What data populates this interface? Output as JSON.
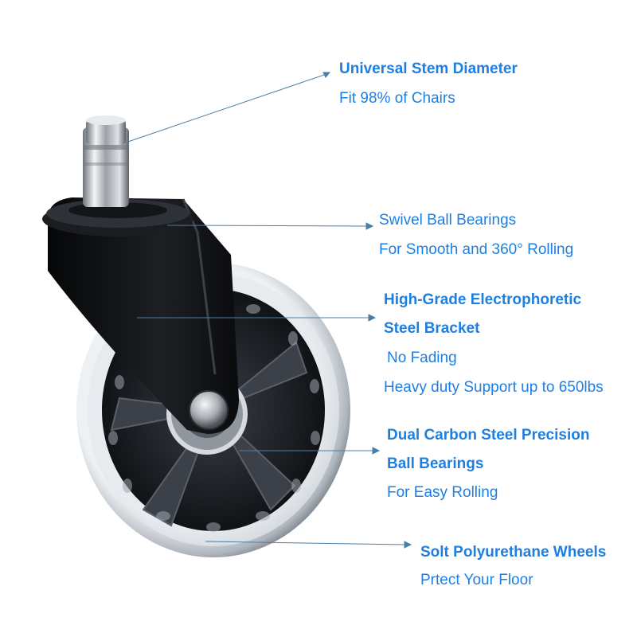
{
  "features": [
    {
      "title": "Universal Stem Diameter",
      "detail": "Fit 98% of Chairs"
    },
    {
      "title": "Swivel Ball Bearings",
      "detail": "For Smooth and 360° Rolling"
    },
    {
      "title_line1": "High-Grade Electrophoretic",
      "title_line2": "Steel Bracket",
      "detail_line1": "No Fading",
      "detail_line2": "Heavy duty Support up to 650lbs"
    },
    {
      "title_line1": "Dual Carbon Steel Precision",
      "title_line2": "Ball Bearings",
      "detail": "For Easy Rolling"
    },
    {
      "title": "Solt Polyurethane Wheels",
      "detail": "Prtect Your Floor"
    }
  ],
  "colors": {
    "label_text": "#1f7fe0",
    "leader_line": "#4a7fa8",
    "bracket": "#141416",
    "stem": "#c9cdd2",
    "wheel_rim": "#d8dde2",
    "wheel_hub": "#2a2d33"
  }
}
